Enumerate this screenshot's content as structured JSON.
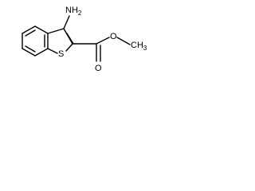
{
  "molecule": {
    "labels": {
      "amine": "NH2",
      "amine_main": "NH",
      "amine_sub": "2",
      "sulfur": "S",
      "carbonyl_oxygen": "O",
      "ester_oxygen": "O",
      "methyl": "CH3",
      "methyl_main": "CH",
      "methyl_sub": "3"
    },
    "colors": {
      "line": "#000000",
      "background": "#ffffff"
    }
  }
}
